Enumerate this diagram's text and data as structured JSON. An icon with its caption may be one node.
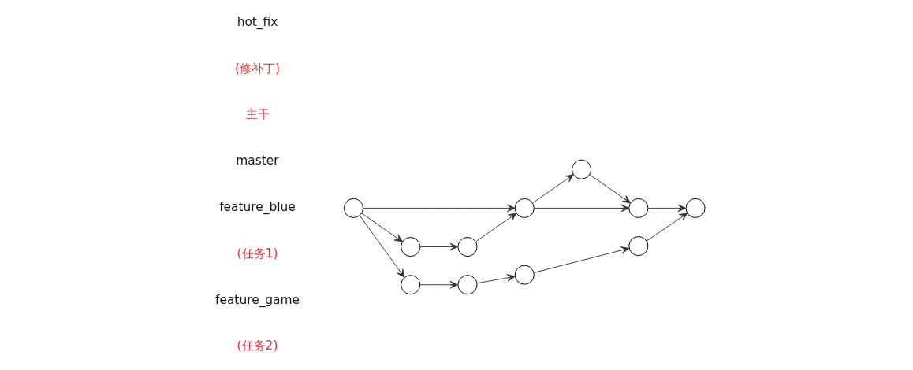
{
  "diagram": {
    "nodes": [
      {
        "text": [],
        "shape": "circle"
      },
      {
        "text": [],
        "shape": "circle"
      },
      {
        "text": [],
        "shape": "circle"
      },
      {
        "text": [],
        "shape": "circle"
      },
      {
        "text": [],
        "shape": "circle"
      },
      {
        "text": [],
        "shape": "circle"
      },
      {
        "text": [],
        "shape": "circle"
      },
      {
        "text": [],
        "shape": "circle"
      },
      {
        "text": [],
        "shape": "circle"
      },
      {
        "text": [],
        "shape": "circle"
      },
      {
        "text": [],
        "shape": "circle"
      }
    ],
    "edges": [
      {
        "from": 0,
        "to": 1,
        "arrow": "to"
      },
      {
        "from": 1,
        "to": 3,
        "arrow": "to"
      },
      {
        "from": 3,
        "to": 4,
        "arrow": "to"
      },
      {
        "from": 1,
        "to": 2,
        "arrow": "to"
      },
      {
        "from": 2,
        "to": 3,
        "arrow": "to"
      },
      {
        "from": 0,
        "to": 5,
        "arrow": "to"
      },
      {
        "from": 5,
        "to": 6,
        "arrow": "to"
      },
      {
        "from": 6,
        "to": 1,
        "arrow": "to"
      },
      {
        "from": 0,
        "to": 7,
        "arrow": "to"
      },
      {
        "from": 7,
        "to": 8,
        "arrow": "to"
      },
      {
        "from": 8,
        "to": 9,
        "arrow": "to"
      },
      {
        "from": 9,
        "to": 10,
        "arrow": "to"
      },
      {
        "from": 10,
        "to": 4,
        "arrow": "to"
      }
    ],
    "labels": [
      "hot_fix",
      "(修补丁)",
      "主干",
      "master",
      "feature_blue",
      "(任务1)",
      "feature_game",
      "(任务2)"
    ]
  }
}
